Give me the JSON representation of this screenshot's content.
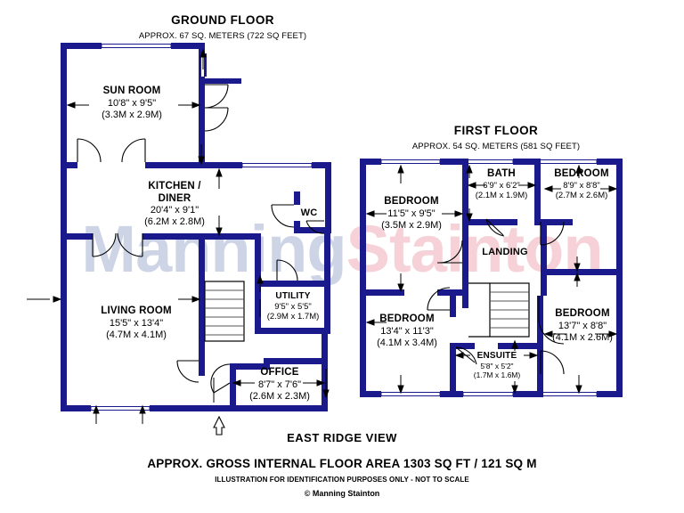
{
  "document": {
    "address": "EAST RIDGE VIEW",
    "total_area": "APPROX. GROSS INTERNAL FLOOR AREA 1303 SQ FT / 121 SQ M",
    "disclaimer": "ILLUSTRATION FOR IDENTIFICATION PURPOSES ONLY - NOT TO SCALE",
    "copyright": "© Manning Stainton",
    "watermark_part1": "Manning",
    "watermark_part2": "Stainton",
    "colors": {
      "wall": "#1a1a8c",
      "ink": "#000000",
      "watermark_blue": "#ccd4e6",
      "watermark_pink": "#f6d2d8",
      "background": "#ffffff"
    }
  },
  "floors": [
    {
      "id": "ground",
      "title": "GROUND FLOOR",
      "subtitle": "APPROX. 67 SQ. METERS (722 SQ FEET)",
      "rooms": [
        {
          "name": "SUN ROOM",
          "imperial": "10'8\" x 9'5\"",
          "metric": "(3.3M x 2.9M)"
        },
        {
          "name": "KITCHEN /",
          "name2": "DINER",
          "imperial": "20'4\" x 9'1\"",
          "metric": "(6.2M x 2.8M)"
        },
        {
          "name": "WC",
          "imperial": "",
          "metric": ""
        },
        {
          "name": "LIVING ROOM",
          "imperial": "15'5\" x 13'4\"",
          "metric": "(4.7M x 4.1M)"
        },
        {
          "name": "UTILITY",
          "imperial": "9'5\" x 5'5\"",
          "metric": "(2.9M x 1.7M)"
        },
        {
          "name": "OFFICE",
          "imperial": "8'7\" x 7'6\"",
          "metric": "(2.6M x 2.3M)"
        }
      ]
    },
    {
      "id": "first",
      "title": "FIRST FLOOR",
      "subtitle": "APPROX. 54 SQ. METERS (581 SQ FEET)",
      "rooms": [
        {
          "name": "BEDROOM",
          "imperial": "11'5\" x 9'5\"",
          "metric": "(3.5M x 2.9M)"
        },
        {
          "name": "BATH",
          "imperial": "6'9\" x 6'2\"",
          "metric": "(2.1M x 1.9M)"
        },
        {
          "name": "BEDROOM",
          "imperial": "8'9\" x 8'8\"",
          "metric": "(2.7M x 2.6M)"
        },
        {
          "name": "LANDING",
          "imperial": "",
          "metric": ""
        },
        {
          "name": "BEDROOM",
          "imperial": "13'4\" x 11'3\"",
          "metric": "(4.1M x 3.4M)"
        },
        {
          "name": "ENSUITE",
          "imperial": "5'8\" x 5'2\"",
          "metric": "(1.7M x 1.6M)"
        },
        {
          "name": "BEDROOM",
          "imperial": "13'7\" x 8'8\"",
          "metric": "(4.1M x 2.6M)"
        }
      ]
    }
  ]
}
